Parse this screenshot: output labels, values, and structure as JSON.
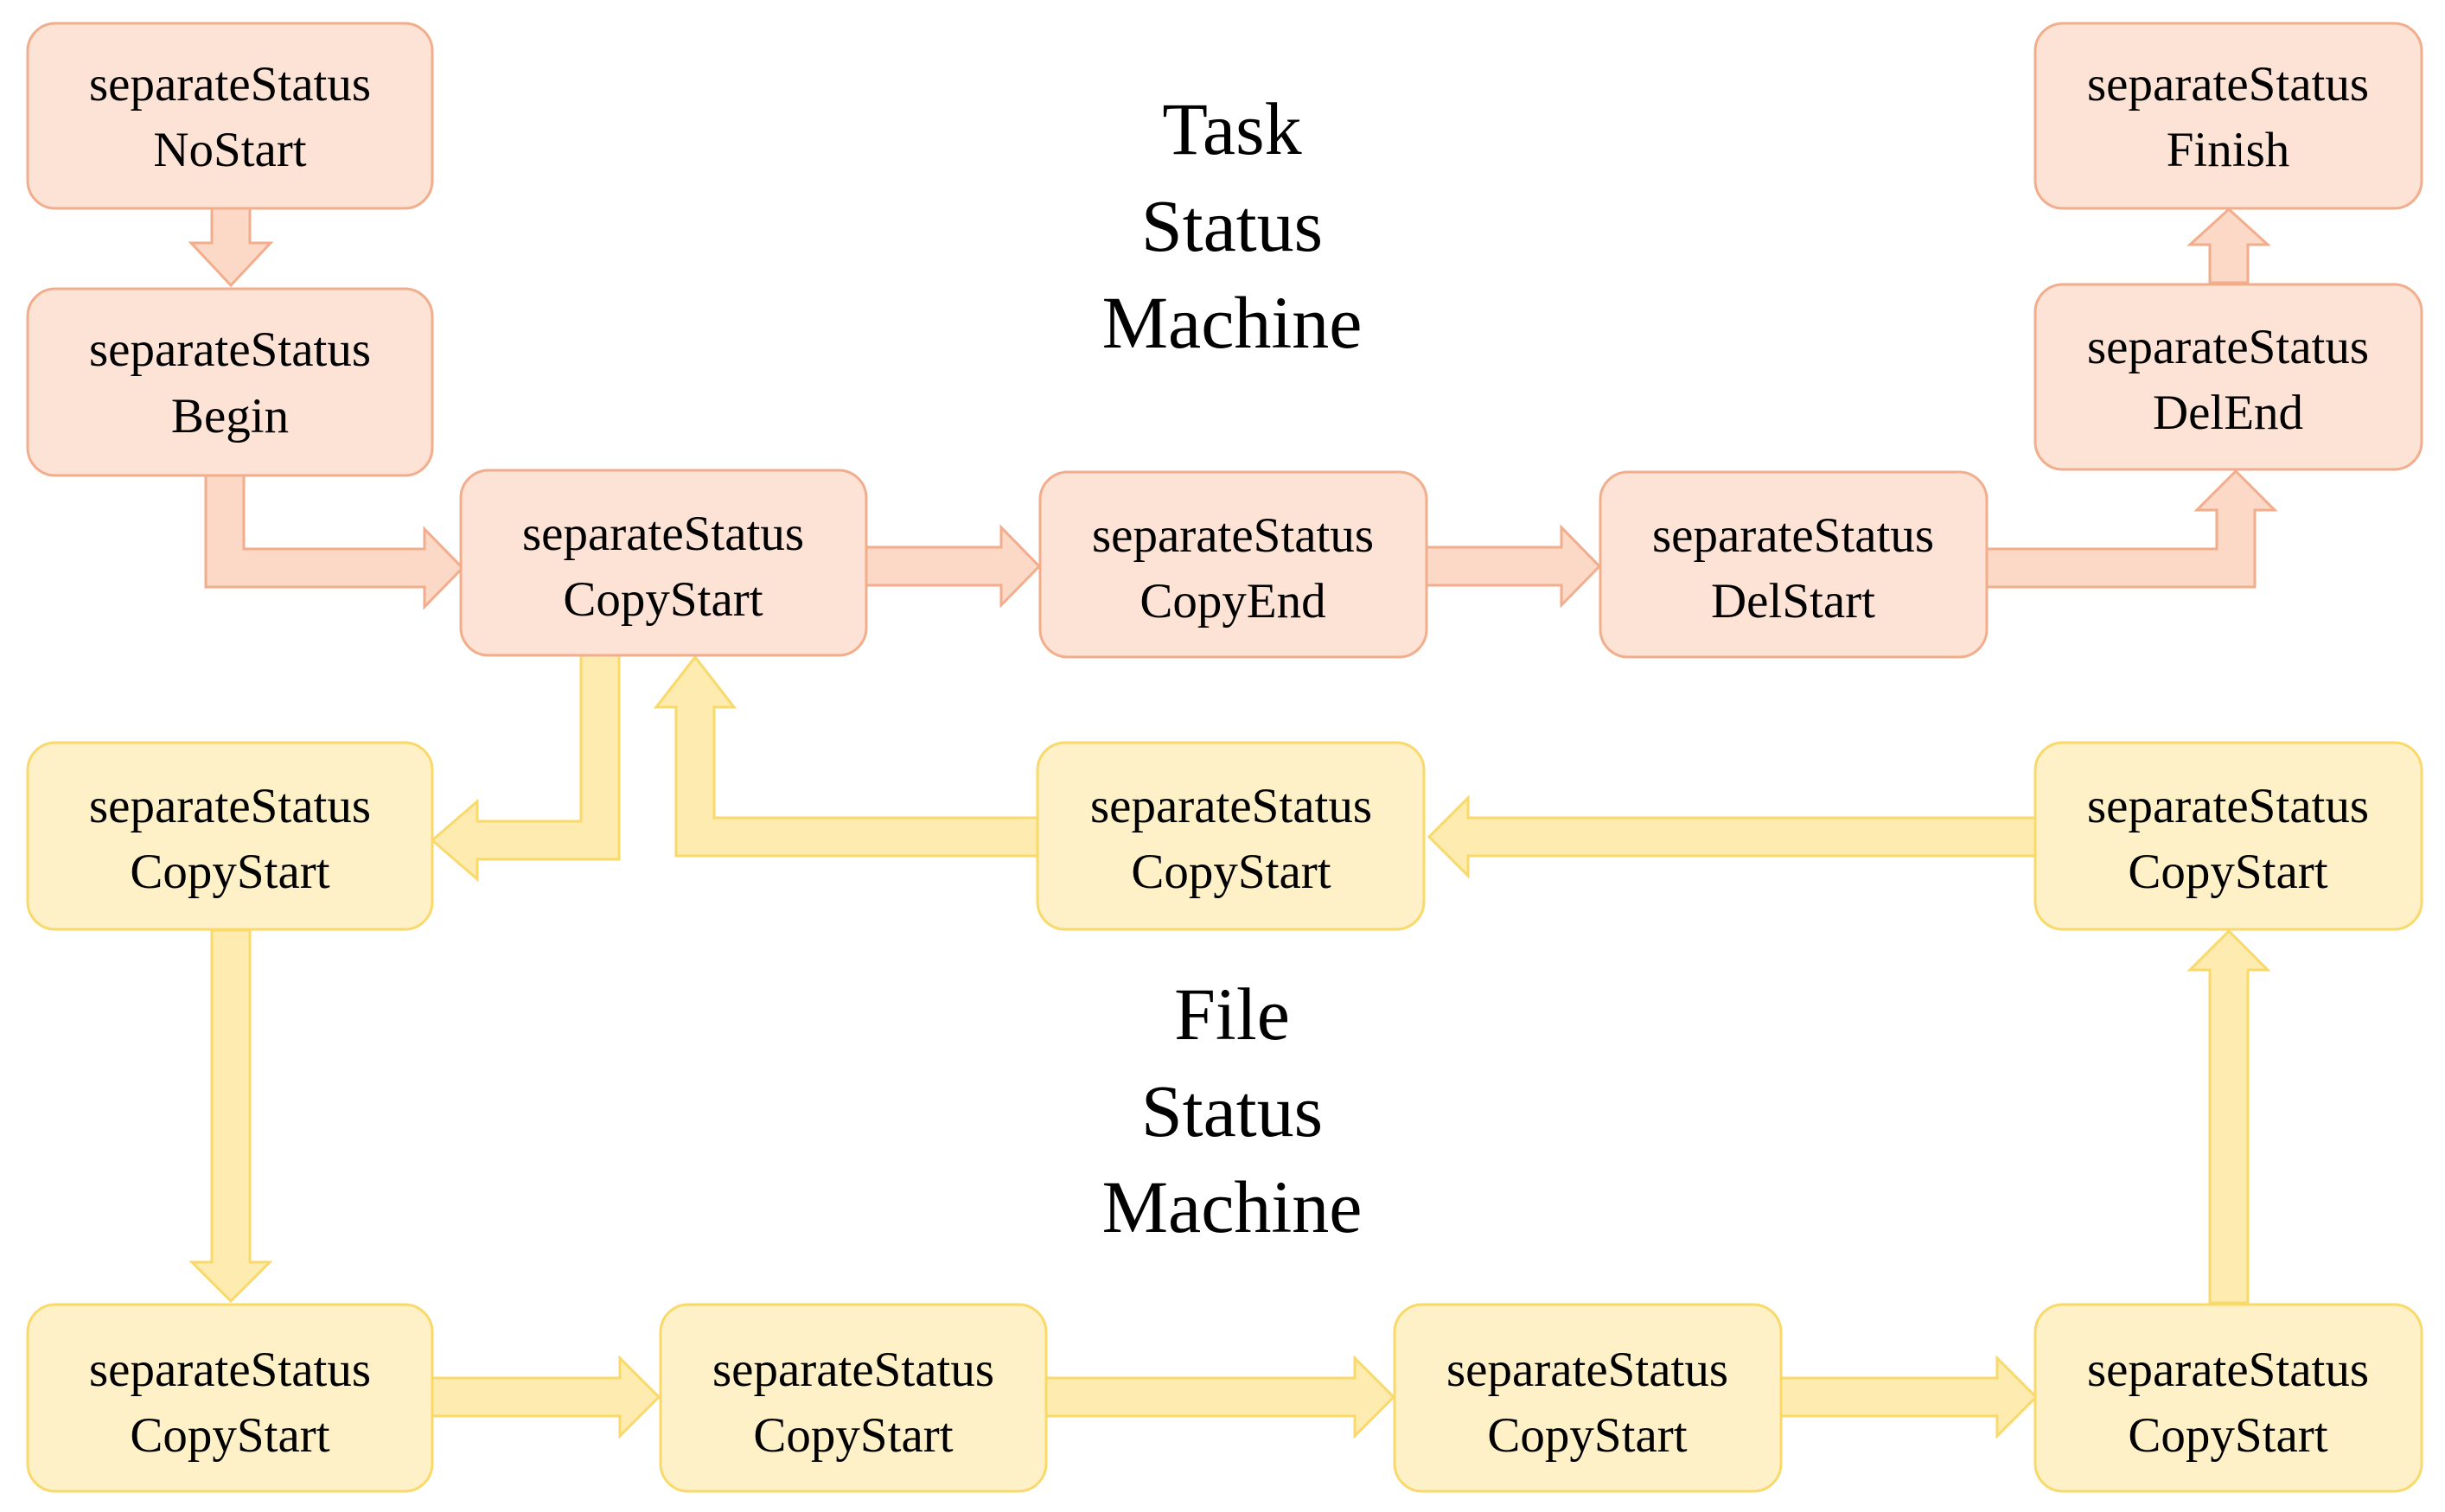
{
  "colors": {
    "task_fill": "#fce3d5",
    "task_stroke": "#f2ad8c",
    "task_arrow_fill": "#fbd9c6",
    "file_fill": "#fff1c7",
    "file_stroke": "#f9d96a",
    "file_arrow_fill": "#fdebb0"
  },
  "task_title": {
    "lines": [
      "Task",
      "Status",
      "Machine"
    ]
  },
  "file_title": {
    "lines": [
      "File",
      "Status",
      "Machine"
    ]
  },
  "task_states": [
    {
      "id": "nostart",
      "line1": "separateStatus",
      "line2": "NoStart"
    },
    {
      "id": "begin",
      "line1": "separateStatus",
      "line2": "Begin"
    },
    {
      "id": "copystart",
      "line1": "separateStatus",
      "line2": "CopyStart"
    },
    {
      "id": "copyend",
      "line1": "separateStatus",
      "line2": "CopyEnd"
    },
    {
      "id": "delstart",
      "line1": "separateStatus",
      "line2": "DelStart"
    },
    {
      "id": "delend",
      "line1": "separateStatus",
      "line2": "DelEnd"
    },
    {
      "id": "finish",
      "line1": "separateStatus",
      "line2": "Finish"
    }
  ],
  "file_states": [
    {
      "id": "f1",
      "line1": "separateStatus",
      "line2": "CopyStart"
    },
    {
      "id": "f2",
      "line1": "separateStatus",
      "line2": "CopyStart"
    },
    {
      "id": "f3",
      "line1": "separateStatus",
      "line2": "CopyStart"
    },
    {
      "id": "f4",
      "line1": "separateStatus",
      "line2": "CopyStart"
    },
    {
      "id": "f5",
      "line1": "separateStatus",
      "line2": "CopyStart"
    },
    {
      "id": "f6",
      "line1": "separateStatus",
      "line2": "CopyStart"
    },
    {
      "id": "f7",
      "line1": "separateStatus",
      "line2": "CopyStart"
    }
  ]
}
